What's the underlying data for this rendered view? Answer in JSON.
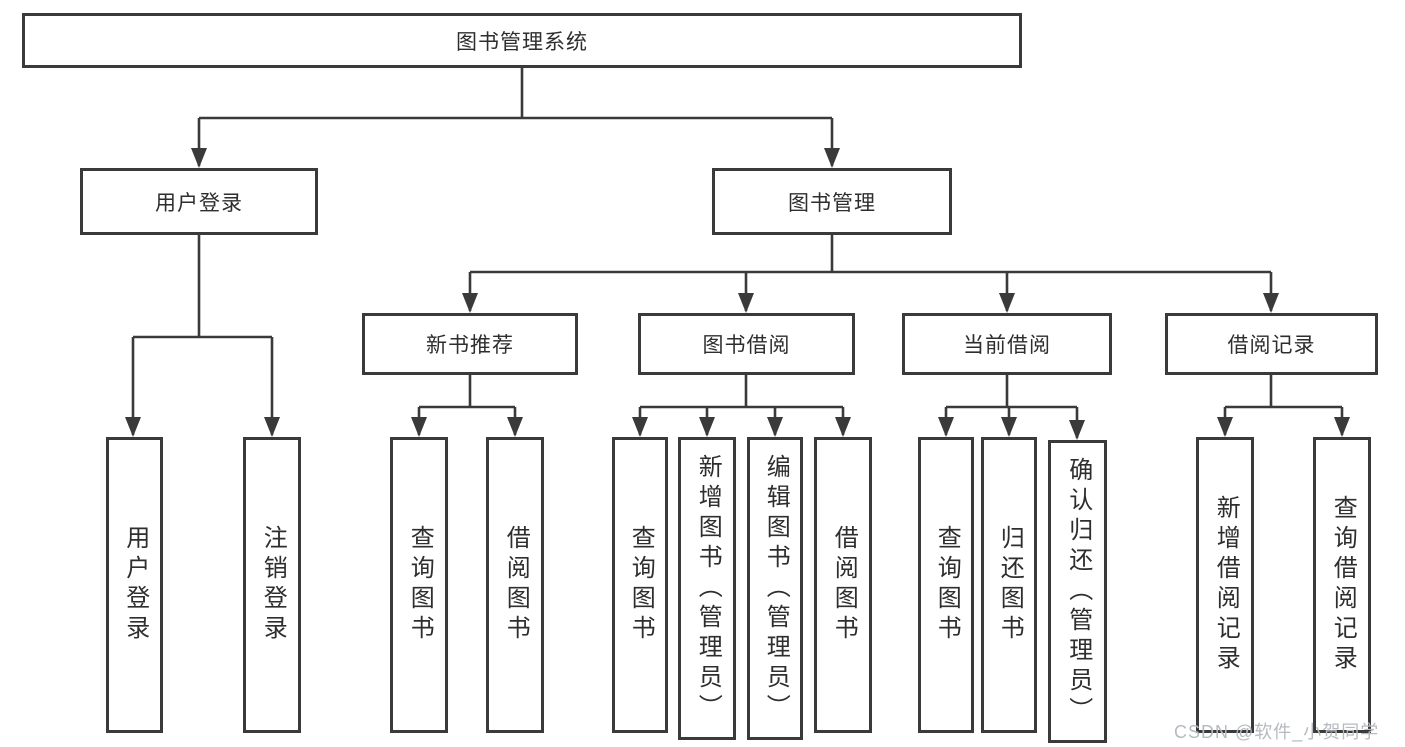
{
  "colors": {
    "line": "#3a3a3a",
    "box_border": "#3a3a3a",
    "text": "#2e2e2e",
    "watermark": "#b6bac0",
    "background": "#ffffff"
  },
  "diagram": {
    "root": {
      "label": "图书管理系统"
    },
    "branches": [
      {
        "label": "用户登录",
        "children": [
          {
            "label": "用户登录"
          },
          {
            "label": "注销登录"
          }
        ]
      },
      {
        "label": "图书管理",
        "children": [
          {
            "label": "新书推荐",
            "children": [
              {
                "label": "查询图书"
              },
              {
                "label": "借阅图书"
              }
            ]
          },
          {
            "label": "图书借阅",
            "children": [
              {
                "label": "查询图书"
              },
              {
                "label": "新增图书（管理员）"
              },
              {
                "label": "编辑图书（管理员）"
              },
              {
                "label": "借阅图书"
              }
            ]
          },
          {
            "label": "当前借阅",
            "children": [
              {
                "label": "查询图书"
              },
              {
                "label": "归还图书"
              },
              {
                "label": "确认归还（管理员）"
              }
            ]
          },
          {
            "label": "借阅记录",
            "children": [
              {
                "label": "新增借阅记录"
              },
              {
                "label": "查询借阅记录"
              }
            ]
          }
        ]
      }
    ]
  },
  "watermark": {
    "text": "CSDN @软件_小贺同学"
  }
}
